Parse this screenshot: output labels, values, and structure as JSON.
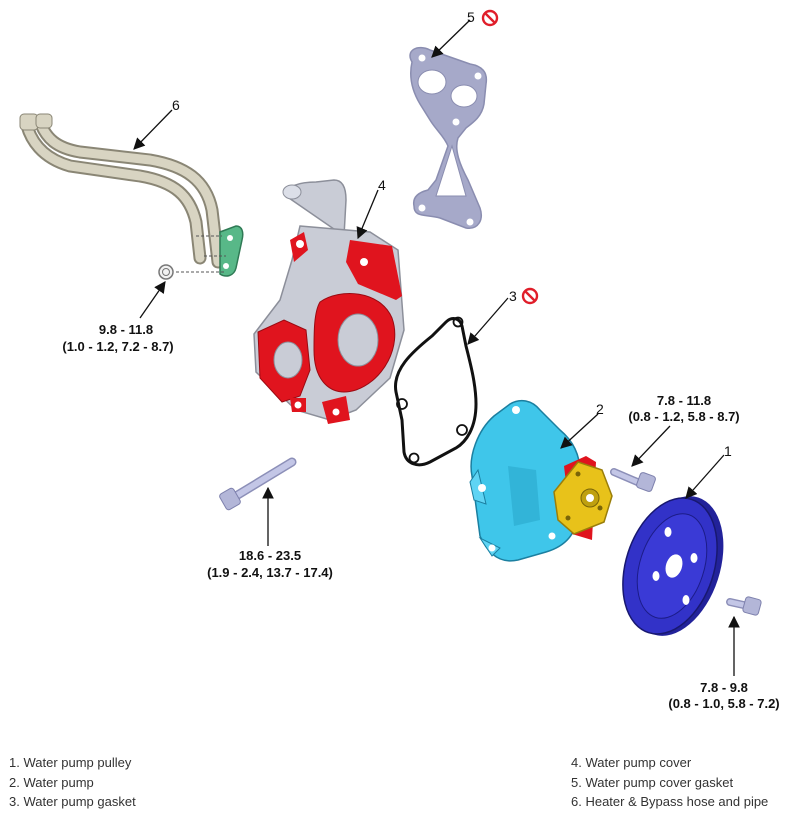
{
  "callouts": {
    "c1": "1",
    "c2": "2",
    "c3": "3",
    "c4": "4",
    "c5": "5",
    "c6": "6"
  },
  "torque": {
    "pipe_nut_line1": "9.8 - 11.8",
    "pipe_nut_line2": "(1.0 - 1.2, 7.2 - 8.7)",
    "cover_bolt_line1": "18.6 - 23.5",
    "cover_bolt_line2": "(1.9 - 2.4, 13.7 - 17.4)",
    "pump_bolt_line1": "7.8 - 11.8",
    "pump_bolt_line2": "(0.8 - 1.2, 5.8 - 8.7)",
    "pulley_bolt_line1": "7.8 - 9.8",
    "pulley_bolt_line2": "(0.8 - 1.0, 5.8 - 7.2)"
  },
  "legend": {
    "left": [
      "1. Water pump pulley",
      "2. Water pump",
      "3. Water pump gasket"
    ],
    "right": [
      "4. Water pump cover",
      "5. Water pump cover gasket",
      "6. Heater & Bypass hose and pipe"
    ]
  },
  "colors": {
    "pulley": "#3232c8",
    "pump_body": "#3fc6ea",
    "pump_flange": "#e8c21a",
    "cover_body": "#c9ccd6",
    "cover_gasket_face": "#e0141e",
    "cover_gasket": "#a6a9c9",
    "pump_gasket": "#111111",
    "pipe": "#c8c4b2",
    "pipe_flange": "#58b888",
    "bolt": "#b3b6d8",
    "no_reuse": "#e01e2a"
  },
  "icons": {
    "no_reuse_symbol": "no-reuse-icon"
  }
}
